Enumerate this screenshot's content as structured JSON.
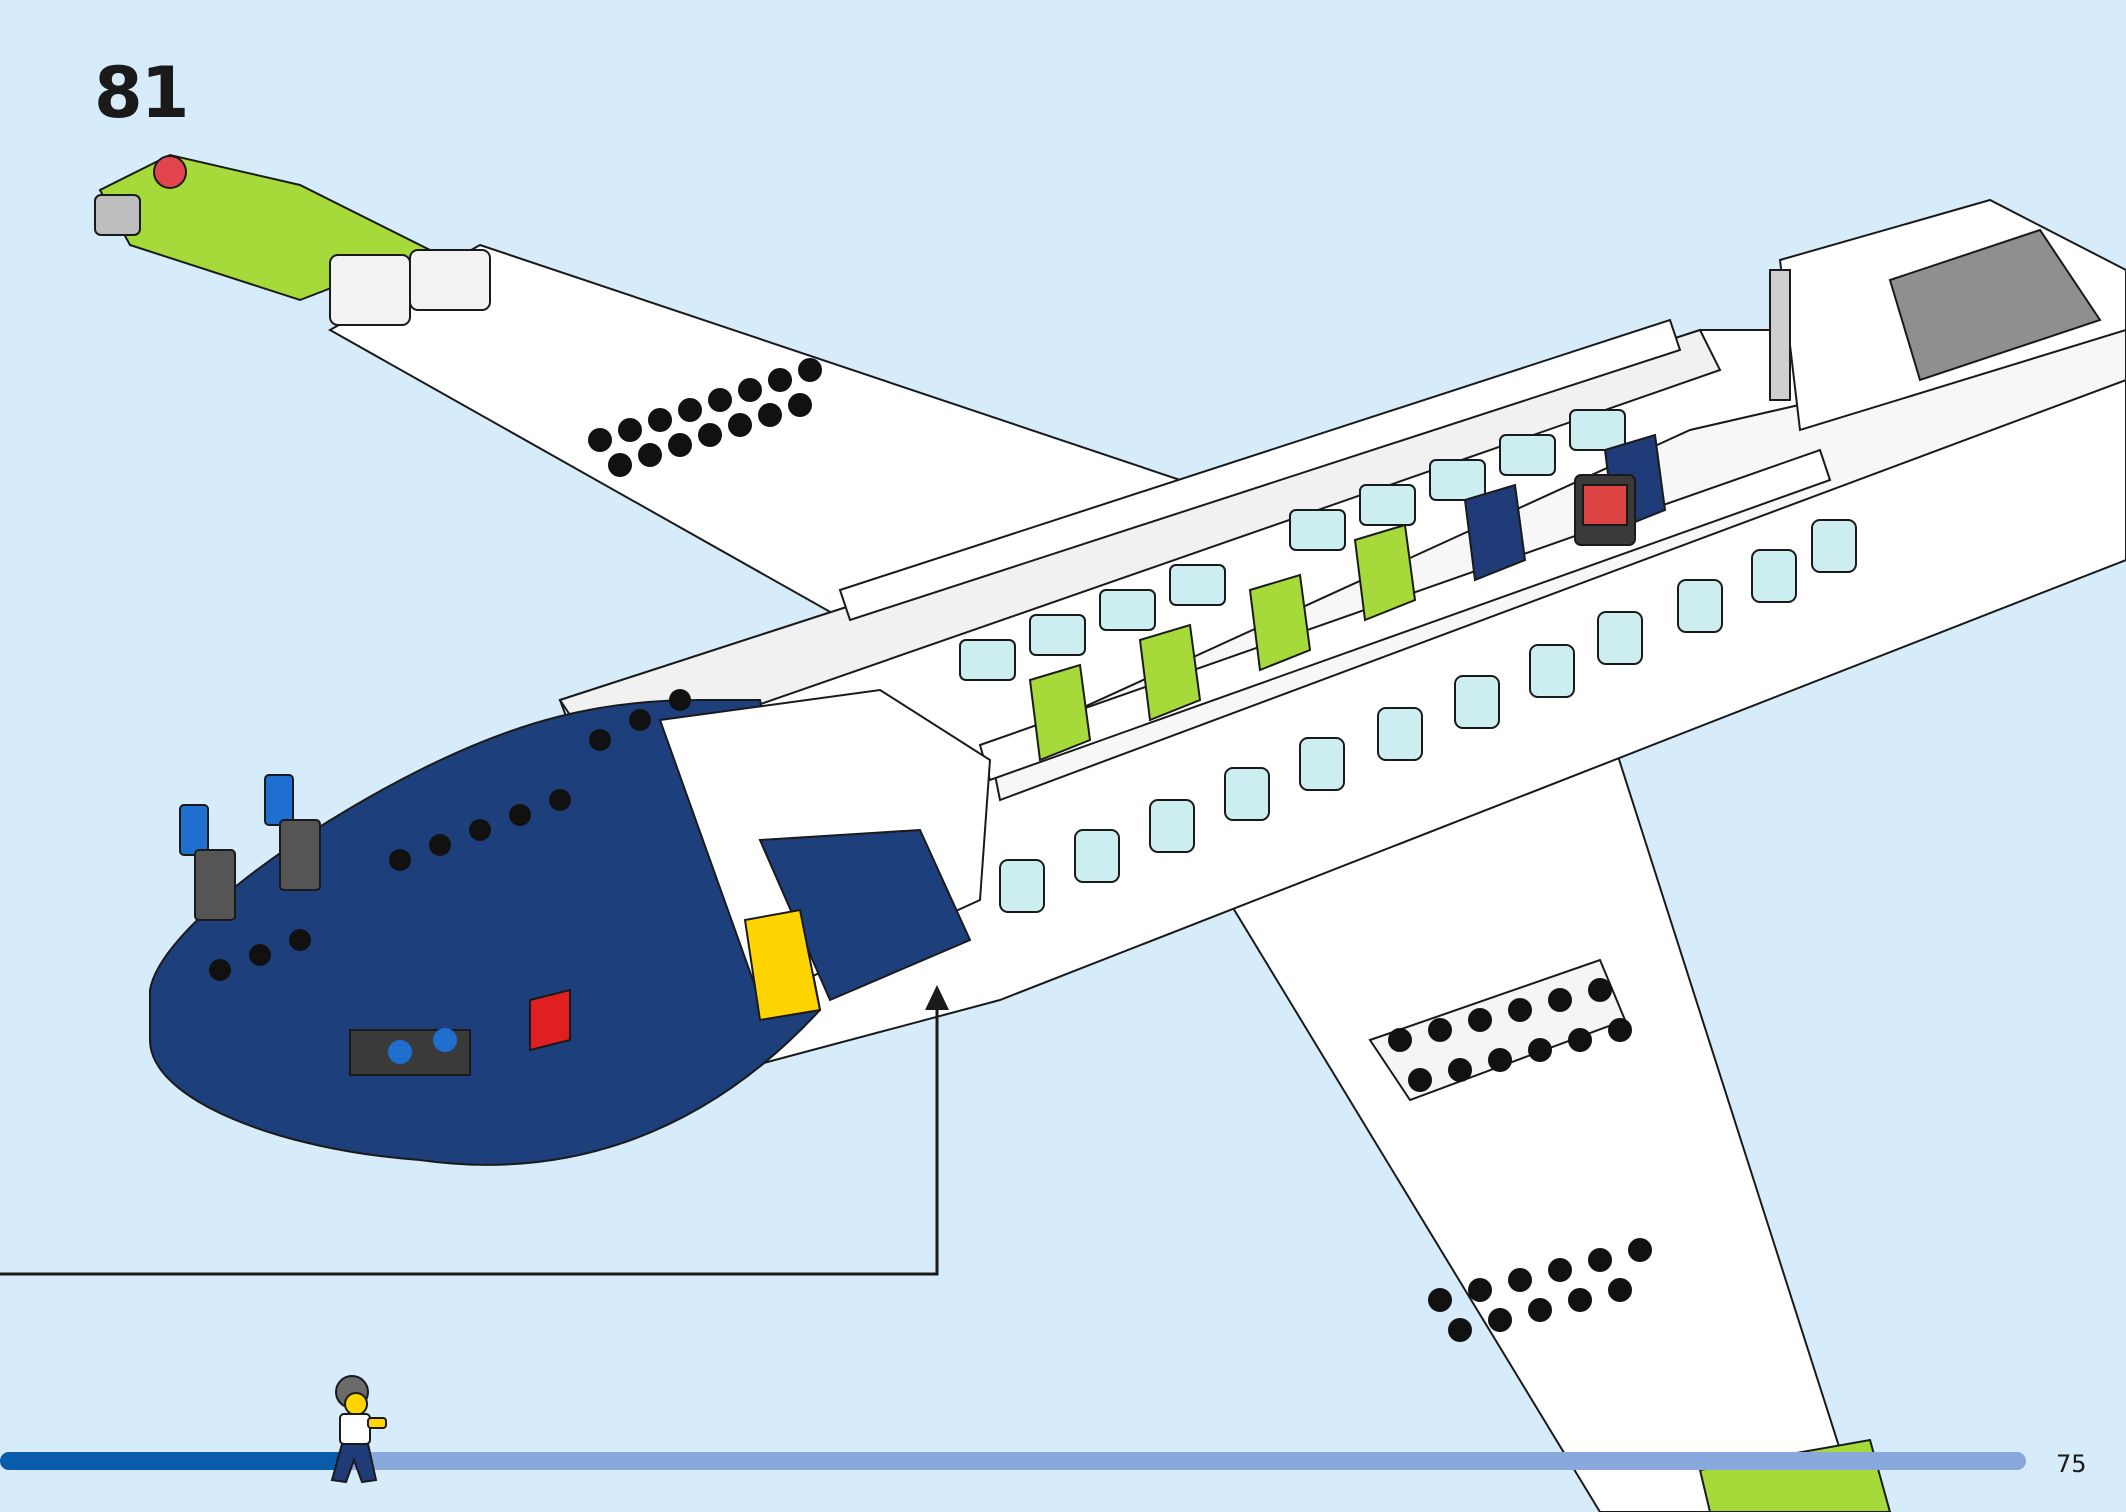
{
  "instruction": {
    "step_number": "81",
    "page_number": "75",
    "build_progress_percent": 17
  },
  "icons": {
    "minifigure": "walking-minifigure-icon"
  },
  "colors": {
    "background": "#d6ecfb",
    "progress_fill": "#0b5bab",
    "progress_track": "#89a9dd",
    "fuselage_white": "#ffffff",
    "nose_blue": "#1d3f7c",
    "accent_lime": "#a6d93a",
    "seat_blue": "#1f3c78"
  }
}
